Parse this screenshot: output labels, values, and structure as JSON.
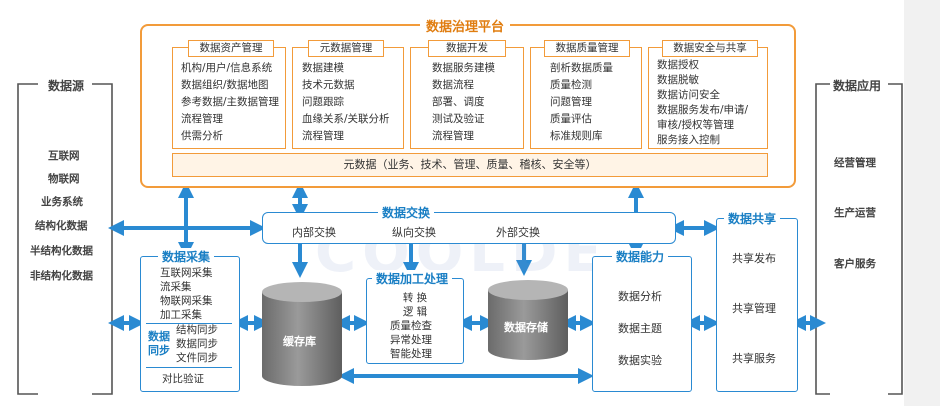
{
  "platform": {
    "title": "数据治理平台",
    "modules": [
      {
        "title": "数据资产管理",
        "items": [
          "机构/用户/信息系统",
          "数据组织/数据地图",
          "参考数据/主数据管理",
          "流程管理",
          "供需分析"
        ]
      },
      {
        "title": "元数据管理",
        "items": [
          "数据建模",
          "技术元数据",
          "问题跟踪",
          "血缘关系/关联分析",
          "流程管理"
        ]
      },
      {
        "title": "数据开发",
        "items": [
          "数据服务建模",
          "数据流程",
          "部署、调度",
          "测试及验证",
          "流程管理"
        ]
      },
      {
        "title": "数据质量管理",
        "items": [
          "剖析数据质量",
          "质量检测",
          "问题管理",
          "质量评估",
          "标准规则库"
        ]
      },
      {
        "title": "数据安全与共享",
        "items": [
          "数据授权",
          "数据脱敏",
          "数据访问安全",
          "数据服务发布/申请/",
          "审核/授权等管理",
          "服务接入控制"
        ]
      }
    ],
    "metadata_bar": "元数据（业务、技术、管理、质量、稽核、安全等）"
  },
  "sources": {
    "title": "数据源",
    "items": [
      "互联网",
      "物联网",
      "业务系统",
      "结构化数据",
      "半结构化数据",
      "非结构化数据"
    ]
  },
  "applications": {
    "title": "数据应用",
    "items": [
      "经营管理",
      "生产运营",
      "客户服务"
    ]
  },
  "exchange": {
    "title": "数据交换",
    "items": [
      "内部交换",
      "纵向交换",
      "外部交换"
    ]
  },
  "collection": {
    "title": "数据采集",
    "items": [
      "互联网采集",
      "流采集",
      "物联网采集",
      "加工采集"
    ],
    "sync_label": [
      "数据",
      "同步"
    ],
    "sync_items": [
      "结构同步",
      "数据同步",
      "文件同步"
    ],
    "compare": "对比验证"
  },
  "cache": {
    "label": "缓存库"
  },
  "processing": {
    "title": "数据加工处理",
    "items": [
      "转  换",
      "逻  辑",
      "质量检查",
      "异常处理",
      "智能处理"
    ]
  },
  "storage": {
    "label": "数据存储"
  },
  "capability": {
    "title": "数据能力",
    "items": [
      "数据分析",
      "数据主题",
      "数据实验"
    ]
  },
  "sharing": {
    "title": "数据共享",
    "items": [
      "共享发布",
      "共享管理",
      "共享服务"
    ]
  },
  "watermark": "COOLDE",
  "colors": {
    "orange": "#f29b3a",
    "blue": "#2a8ad2",
    "title_orange": "#e07d10",
    "cylinder": "#7a7a7a"
  }
}
